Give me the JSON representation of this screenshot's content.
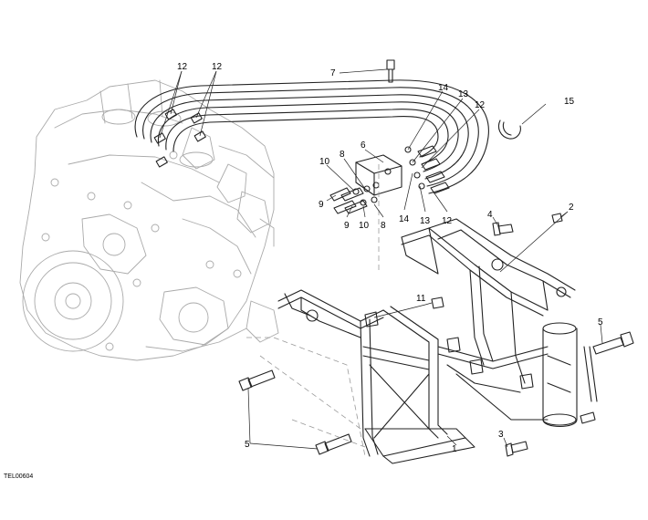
{
  "drawing_ref": "TEL00604",
  "callouts": {
    "c1": "1",
    "c2": "2",
    "c3": "3",
    "c4": "4",
    "c5a": "5",
    "c5b": "5",
    "c6": "6",
    "c7": "7",
    "c8a": "8",
    "c8b": "8",
    "c9a": "9",
    "c9b": "9",
    "c10a": "10",
    "c10b": "10",
    "c11": "11",
    "c12a": "12",
    "c12b": "12",
    "c12c": "12",
    "c12d": "12",
    "c13a": "13",
    "c13b": "13",
    "c14a": "14",
    "c14b": "14",
    "c15": "15"
  }
}
